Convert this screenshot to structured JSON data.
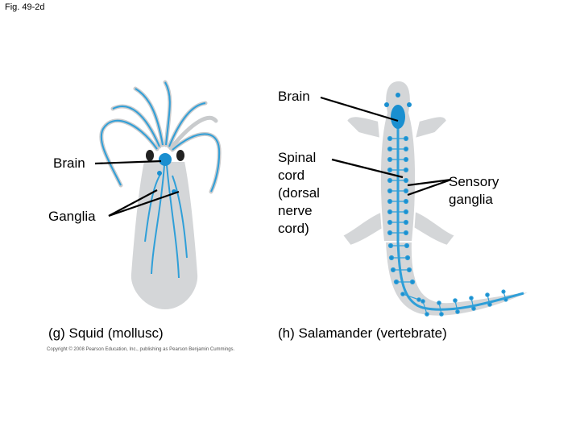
{
  "figure_label": "Fig. 49-2d",
  "squid": {
    "brain_label": "Brain",
    "ganglia_label": "Ganglia",
    "caption": "(g) Squid (mollusc)",
    "copyright": "Copyright © 2008 Pearson Education, Inc., publishing as Pearson Benjamin Cummings."
  },
  "salamander": {
    "brain_label": "Brain",
    "spinal_cord_lines": [
      "Spinal",
      "cord",
      "(dorsal",
      "nerve",
      "cord)"
    ],
    "sensory_ganglia_lines": [
      "Sensory",
      "ganglia"
    ],
    "caption": "(h) Salamander (vertebrate)"
  },
  "colors": {
    "body_fill": "#d4d6d8",
    "body_stroke": "#ffffff",
    "nerve": "#2f9fd8",
    "ganglion": "#1a8fd0",
    "leader_line": "#000000"
  }
}
